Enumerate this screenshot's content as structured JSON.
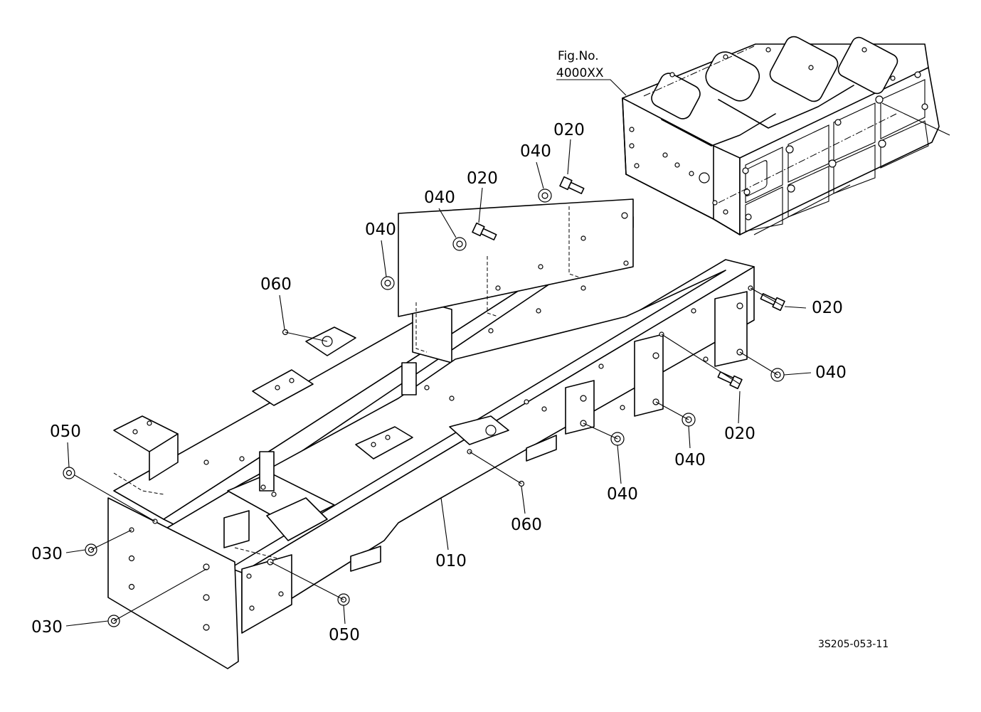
{
  "figure_reference": {
    "line1": "Fig.No.",
    "line2": "4000XX"
  },
  "drawing_code": "3S205-053-11",
  "callouts": {
    "c020_a": "020",
    "c040_a": "040",
    "c020_b": "020",
    "c040_b": "040",
    "c040_c": "040",
    "c060_a": "060",
    "c020_c": "020",
    "c040_d": "040",
    "c020_d": "020",
    "c040_e": "040",
    "c040_f": "040",
    "c050_a": "050",
    "c030_a": "030",
    "c030_b": "030",
    "c050_b": "050",
    "c060_b": "060",
    "c010": "010"
  }
}
